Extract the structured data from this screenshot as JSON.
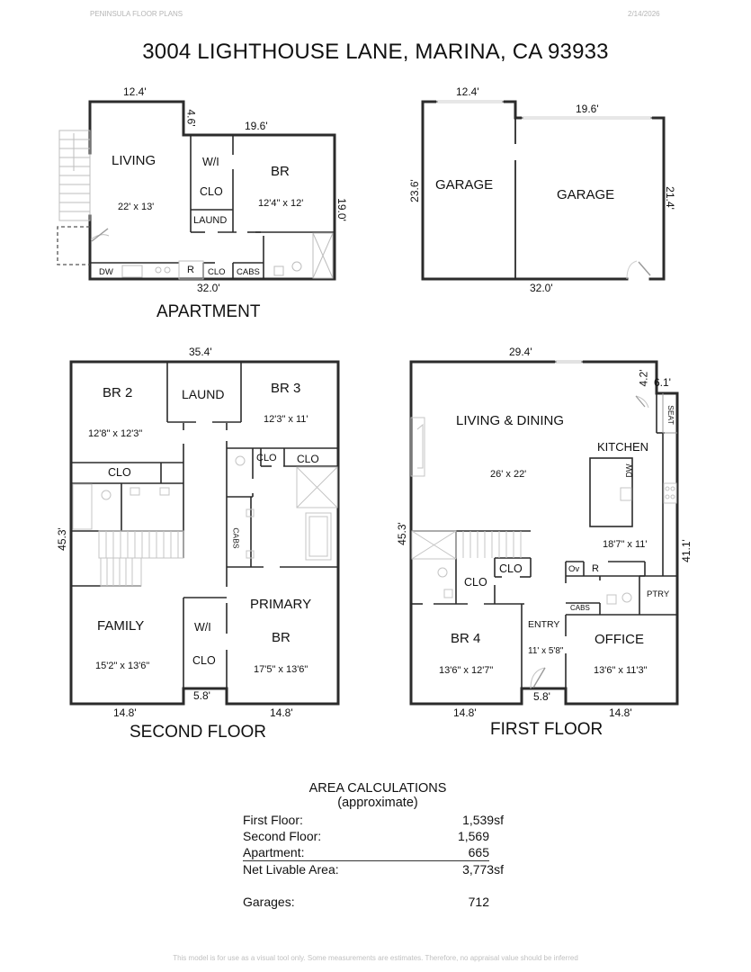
{
  "header": {
    "company": "PENINSULA FLOOR PLANS",
    "date": "2/14/2026",
    "title": "3004 LIGHTHOUSE LANE, MARINA, CA  93933"
  },
  "apartment": {
    "label": "APARTMENT",
    "dims": {
      "top_left": "12.4'",
      "step": "4.6'",
      "top_right": "19.6'",
      "right": "19.0'",
      "bottom": "32.0'"
    },
    "rooms": [
      {
        "name": "LIVING",
        "size": "22' x 13'"
      },
      {
        "name": "W/I"
      },
      {
        "name": "CLO"
      },
      {
        "name": "LAUND"
      },
      {
        "name": "BR",
        "size": "12'4\" x 12'"
      }
    ],
    "fixtures": [
      "DW",
      "R",
      "CLO",
      "CABS"
    ]
  },
  "garage": {
    "dims": {
      "top_left": "12.4'",
      "top_right": "19.6'",
      "left": "23.6'",
      "right": "21.4'",
      "bottom": "32.0'"
    },
    "rooms": [
      {
        "name": "GARAGE"
      },
      {
        "name": "GARAGE"
      }
    ]
  },
  "second_floor": {
    "label": "SECOND FLOOR",
    "dims": {
      "top": "35.4'",
      "left": "45.3'",
      "bottom_left": "14.8'",
      "bottom_mid": "5.8'",
      "bottom_right": "14.8'"
    },
    "rooms": [
      {
        "name": "BR 2",
        "size": "12'8\" x 12'3\""
      },
      {
        "name": "LAUND"
      },
      {
        "name": "BR 3",
        "size": "12'3\" x 11'"
      },
      {
        "name": "CLO"
      },
      {
        "name": "CLO"
      },
      {
        "name": "CLO"
      },
      {
        "name": "CABS"
      },
      {
        "name": "FAMILY",
        "size": "15'2\" x 13'6\""
      },
      {
        "name": "W/I"
      },
      {
        "name": "CLO"
      },
      {
        "name": "PRIMARY"
      },
      {
        "name": "BR",
        "size": "17'5\" x 13'6\""
      }
    ]
  },
  "first_floor": {
    "label": "FIRST FLOOR",
    "dims": {
      "top": "29.4'",
      "step": "4.2'",
      "top_right": "6.1'",
      "left": "45.3'",
      "right": "41.1'",
      "bottom_left": "14.8'",
      "bottom_mid": "5.8'",
      "bottom_right": "14.8'"
    },
    "rooms": [
      {
        "name": "LIVING & DINING",
        "size": "26' x 22'"
      },
      {
        "name": "KITCHEN",
        "size": "18'7\" x 11'"
      },
      {
        "name": "SEAT"
      },
      {
        "name": "DW"
      },
      {
        "name": "CLO"
      },
      {
        "name": "CLO"
      },
      {
        "name": "Ov"
      },
      {
        "name": "R"
      },
      {
        "name": "PTRY"
      },
      {
        "name": "CABS"
      },
      {
        "name": "ENTRY",
        "size": "11' x 5'8\""
      },
      {
        "name": "BR 4",
        "size": "13'6\" x 12'7\""
      },
      {
        "name": "OFFICE",
        "size": "13'6\" x 11'3\""
      }
    ]
  },
  "area_calculations": {
    "title": "AREA CALCULATIONS",
    "subtitle": "(approximate)",
    "rows": [
      {
        "label": "First  Floor:",
        "value": "1,539sf"
      },
      {
        "label": "Second Floor:",
        "value": "1,569"
      },
      {
        "label": "Apartment:",
        "value": "665"
      },
      {
        "label": "Net Livable Area:",
        "value": "3,773sf"
      },
      {
        "label": "Garages:",
        "value": "712"
      }
    ]
  },
  "footer": {
    "disclaimer": "This model is for use as a visual tool only. Some measurements are estimates. Therefore, no appraisal value should be inferred"
  }
}
